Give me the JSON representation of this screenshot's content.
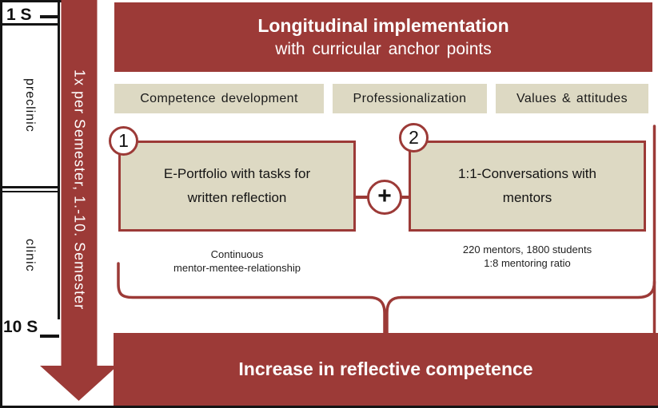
{
  "header": {
    "title": "Longitudinal implementation",
    "subtitle": "with curricular anchor points"
  },
  "timeline": {
    "start": "1 S",
    "end": "10 S",
    "preclinical": "preclinic",
    "clinical": "clinic",
    "frequency": "1x per Semester, 1.-10. Semester"
  },
  "categories": [
    {
      "label": "Competence development"
    },
    {
      "label": "Professionalization"
    },
    {
      "label": "Values & attitudes"
    }
  ],
  "interventions": [
    {
      "number": "1",
      "line1": "E-Portfolio with tasks for",
      "line2": "written reflection",
      "caption1": "Continuous",
      "caption2": "mentor-mentee-relationship"
    },
    {
      "number": "2",
      "line1": "1:1-Conversations with",
      "line2": "mentors",
      "caption1": "220 mentors, 1800 students",
      "caption2": "1:8 mentoring ratio"
    }
  ],
  "connector": {
    "plus": "+"
  },
  "outcome": {
    "label": "Increase in reflective competence"
  },
  "colors": {
    "accent_dark_red": "#9C3A37",
    "panel_beige": "#DDD9C3",
    "frame_black": "#141414",
    "text_white": "#ffffff"
  }
}
